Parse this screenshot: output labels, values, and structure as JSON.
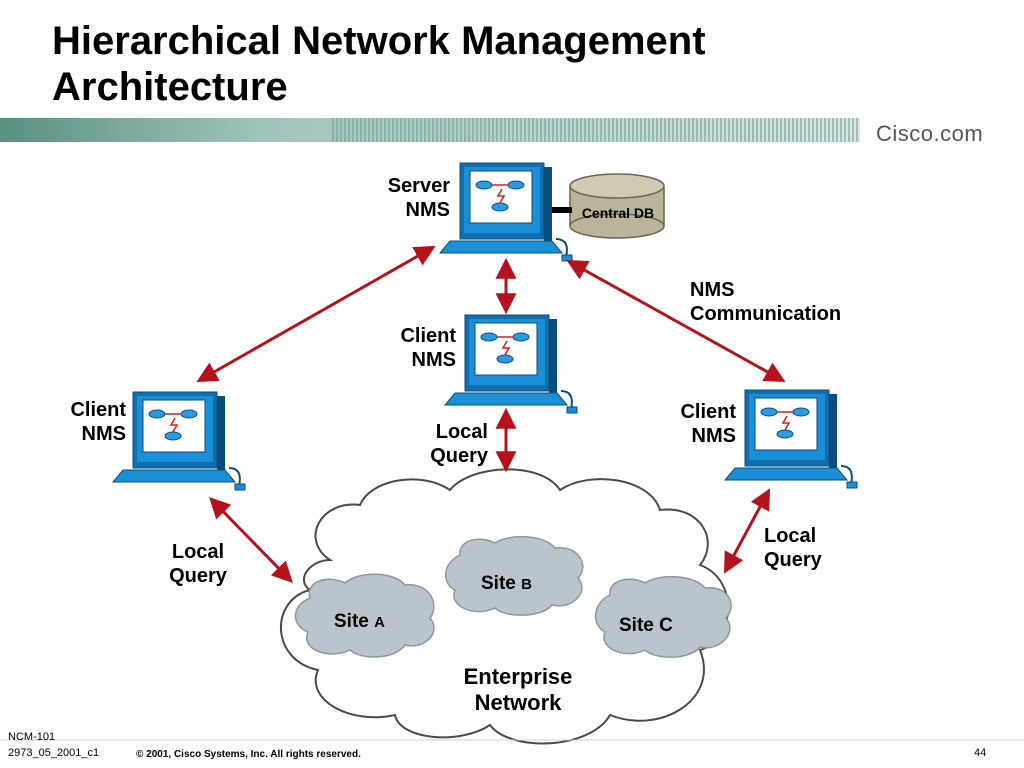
{
  "slide": {
    "title_line1": "Hierarchical Network Management",
    "title_line2": "Architecture",
    "brand": "Cisco.com",
    "footer_course": "NCM-101",
    "footer_code": "2973_05_2001_c1",
    "footer_copyright": "© 2001, Cisco Systems, Inc. All rights reserved.",
    "page_number": "44"
  },
  "nodes": {
    "server": {
      "line1": "Server",
      "line2": "NMS"
    },
    "central_db": "Central DB",
    "client_center": {
      "line1": "Client",
      "line2": "NMS"
    },
    "client_left": {
      "line1": "Client",
      "line2": "NMS"
    },
    "client_right": {
      "line1": "Client",
      "line2": "NMS"
    },
    "nms_comm": {
      "line1": "NMS",
      "line2": "Communication"
    },
    "query_center": {
      "line1": "Local",
      "line2": "Query"
    },
    "query_left": {
      "line1": "Local",
      "line2": "Query"
    },
    "query_right": {
      "line1": "Local",
      "line2": "Query"
    },
    "site_a": {
      "name": "Site",
      "letter": "A"
    },
    "site_b": {
      "name": "Site",
      "letter": "B"
    },
    "site_c": "Site C",
    "enterprise": {
      "line1": "Enterprise",
      "line2": "Network"
    }
  },
  "colors": {
    "screen_blue": "#1a8fd6",
    "arrow": "#b5121b",
    "cloud_fill": "#ffffff",
    "site_fill": "#b9c4cc",
    "db_fill": "#b9b49a"
  }
}
